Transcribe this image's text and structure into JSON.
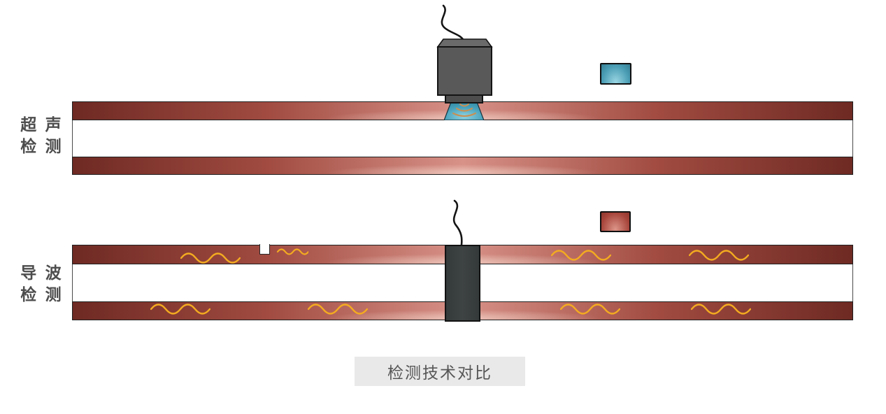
{
  "sections": [
    {
      "id": "ultrasonic-testing",
      "label_line1": "超 声",
      "label_line2": "检 测",
      "swatch_color": "#4a9db4"
    },
    {
      "id": "guided-wave-testing",
      "label_line1": "导 波",
      "label_line2": "检 测",
      "swatch_color": "#a7453b"
    }
  ],
  "caption": "检测技术对比",
  "colors": {
    "pipe_wall_dark": "#6e2a23",
    "pipe_wall_light": "#d89288",
    "pipe_bore": "#ffffff",
    "ultrasound_beam": "#4ba4bd",
    "beam_wavefront": "#c79054",
    "guided_wave_yellow": "#f3ab20",
    "probe_body_gray": "#595959",
    "collar_body_gray": "#3e4343",
    "cable_black": "#141414",
    "caption_bg": "#e9e9e9",
    "label_text": "#4d4d4d"
  },
  "icons": {
    "probe-cable-icon": "black squiggle line",
    "ultrasonic-probe-icon": "dark gray box transducer on pipe",
    "ultrasound-beam-icon": "teal trapezoid beam with arc wavefronts",
    "guided-wave-collar-icon": "dark gray ring transducer through pipe",
    "collar-cable-icon": "black squiggle line",
    "guided-wave-squiggle-icon": "yellow sine wave",
    "defect-notch-icon": "white notch cut in pipe wall",
    "pipe-cross-section-blue-icon": "teal rectangle swatch",
    "pipe-cross-section-red-icon": "red rectangle swatch"
  }
}
